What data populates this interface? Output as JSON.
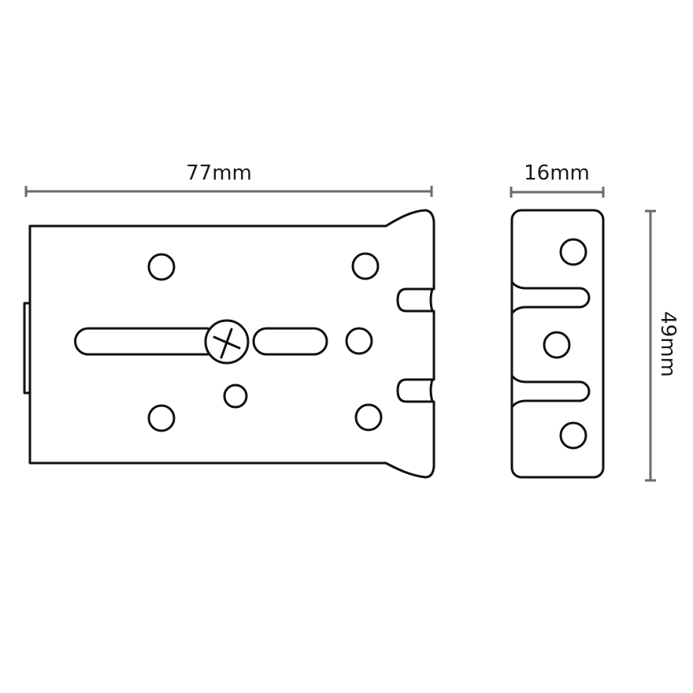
{
  "diagram": {
    "title": "Bracket technical drawing",
    "dimensions": {
      "width_front": "77mm",
      "width_side": "16mm",
      "height_side": "49mm"
    },
    "views": [
      {
        "name": "front-view",
        "features": [
          "mounting-holes x6",
          "slot left",
          "slot right",
          "screw",
          "tab notches x2",
          "rear flange"
        ]
      },
      {
        "name": "side-view",
        "features": [
          "holes x3",
          "clip slots x2"
        ]
      }
    ],
    "colors": {
      "outline": "#111111",
      "dimension_line": "#6b6b6b",
      "background": "#ffffff"
    }
  }
}
